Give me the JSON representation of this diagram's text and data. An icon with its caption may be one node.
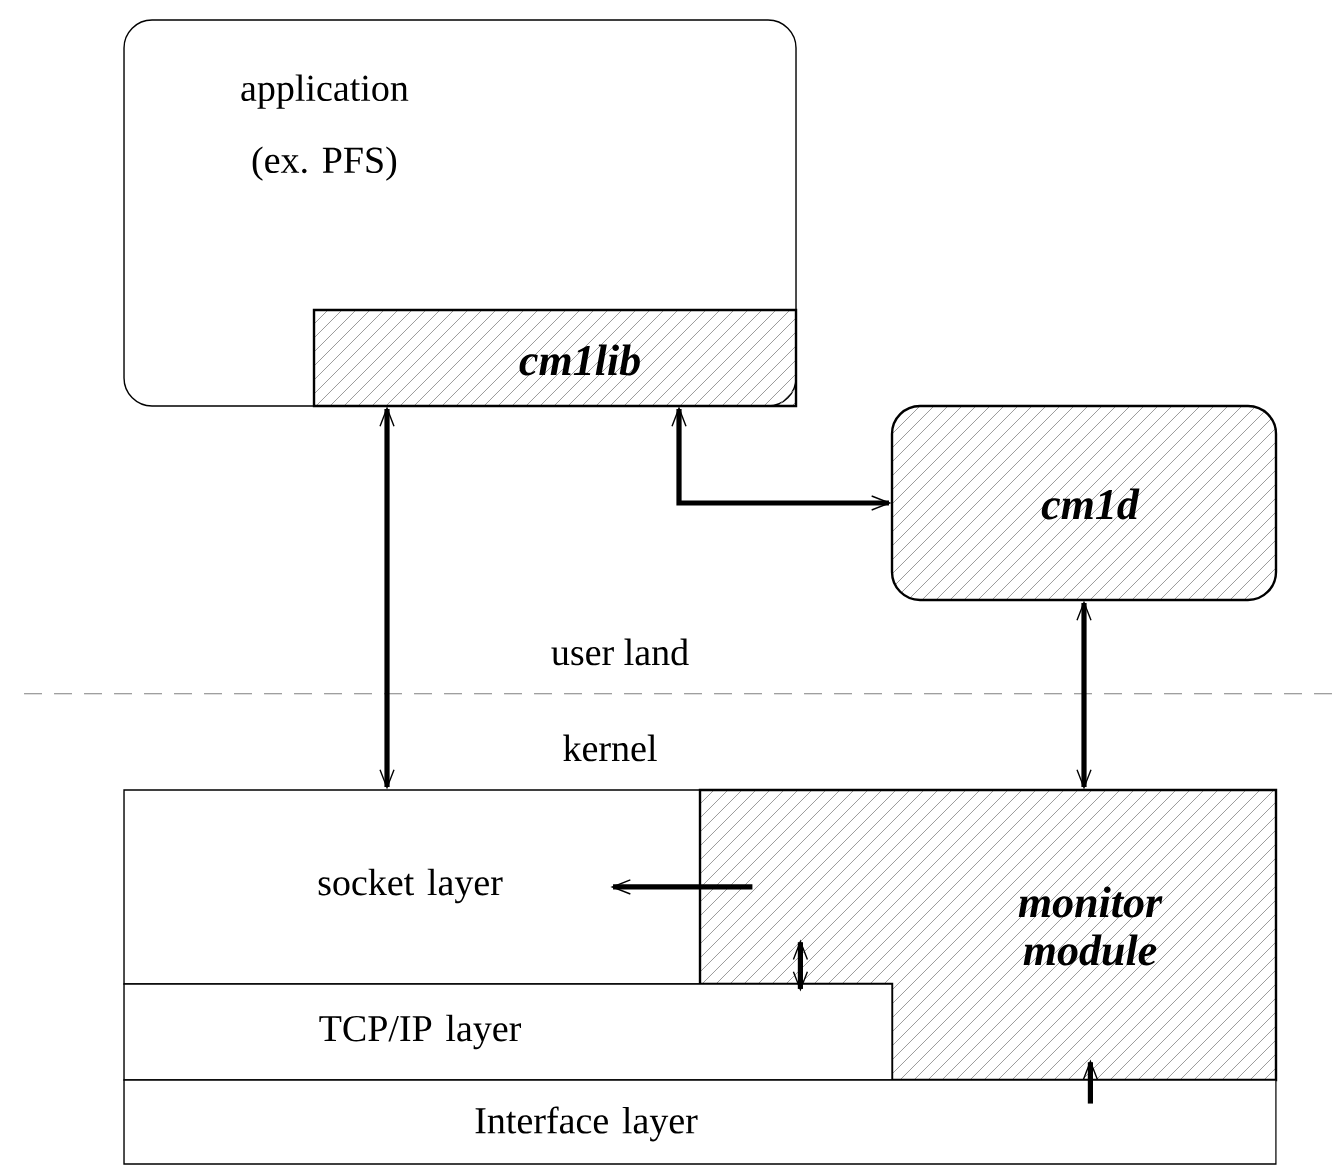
{
  "diagram": {
    "nodes": [
      {
        "text": [
          "application (ex. PFS)"
        ]
      },
      {
        "text": [
          "cm1lib"
        ],
        "in": 0
      },
      {
        "text": [
          "cm1d"
        ]
      },
      {
        "text": [
          "socket layer"
        ]
      },
      {
        "text": [
          "monitor module"
        ]
      },
      {
        "text": [
          "TCP/IP layer"
        ]
      },
      {
        "text": [
          "Interface layer"
        ]
      }
    ],
    "edges": [
      {
        "from": 1,
        "to": 3,
        "arrow": "both"
      },
      {
        "from": 1,
        "to": 2,
        "arrow": "both"
      },
      {
        "from": 2,
        "to": 4,
        "arrow": "both"
      },
      {
        "from": 4,
        "to": 3,
        "arrow": "to"
      },
      {
        "from": 5,
        "to": 4,
        "arrow": "both"
      },
      {
        "from": 6,
        "to": 4,
        "arrow": "to"
      }
    ],
    "labels": [
      "user land",
      "kernel"
    ]
  }
}
